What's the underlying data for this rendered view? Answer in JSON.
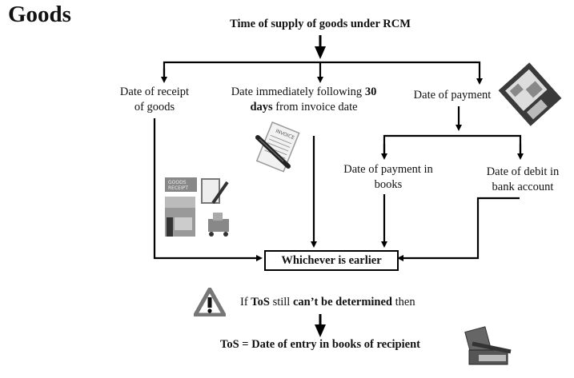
{
  "heading": "Goods",
  "root": "Time of supply of goods under RCM",
  "branches": {
    "receipt": {
      "line1": "Date of receipt",
      "line2": "of goods"
    },
    "thirty_days": {
      "line1_pre": "Date immediately  following ",
      "line1_bold": "30",
      "line2_bold": "days",
      "line2_post": " from invoice date"
    },
    "payment": {
      "label": "Date of payment"
    }
  },
  "sub_branches": {
    "books": {
      "line1": "Date of payment in",
      "line2": "books"
    },
    "bank": {
      "line1": "Date of debit in",
      "line2": "bank account"
    }
  },
  "result_box": "Whichever is earlier",
  "fallback": {
    "pre": "If ",
    "tos": "ToS",
    "mid": " still ",
    "bold": "can’t be determined",
    "post": " then"
  },
  "final": "ToS = Date of entry in books of recipient",
  "illustrations": {
    "invoice_label": "INVOICE",
    "goods_receipt_label_1": "GOODS",
    "goods_receipt_label_2": "RECEIPT"
  }
}
